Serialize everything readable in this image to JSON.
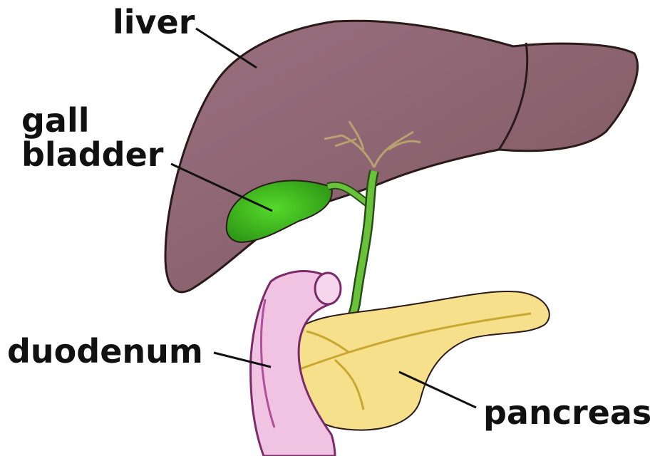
{
  "labels": {
    "liver": "liver",
    "gall_line1": "gall",
    "gall_line2": "bladder",
    "duodenum": "duodenum",
    "pancreas": "pancreas"
  },
  "colors": {
    "liver": "#8c636e",
    "gallbladder": "#3fbf1e",
    "duct": "#68c23a",
    "duodenum": "#f0c3e3",
    "pancreas": "#f7e08c",
    "outline": "#2a1a1a"
  }
}
